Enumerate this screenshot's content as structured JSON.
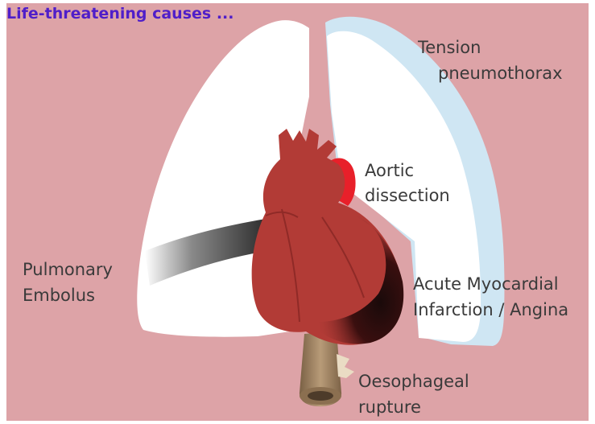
{
  "title": "Life-threatening causes ...",
  "labels": {
    "tension": [
      "Tension",
      "pneumothorax"
    ],
    "aortic": [
      "Aortic",
      "dissection"
    ],
    "pe": [
      "Pulmonary",
      "Embolus"
    ],
    "ami": [
      "Acute Myocardial",
      "Infarction / Angina"
    ],
    "oesophageal": [
      "Oesophageal",
      "rupture"
    ]
  },
  "colors": {
    "background": "#dda3a7",
    "lung": "#ffffff",
    "pneumothorax": "#cfe6f3",
    "heart": "#b23b36",
    "aortic_dissection": "#e8202a",
    "embolus": "#2a2a2a",
    "title": "#4f1ec9"
  }
}
